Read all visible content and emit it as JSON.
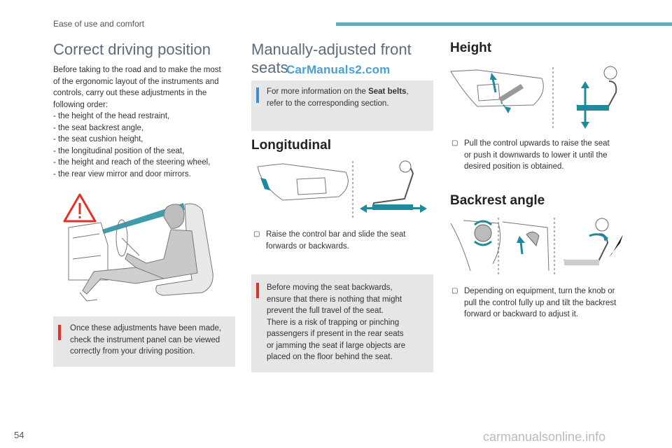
{
  "header": {
    "section": "Ease of use and comfort"
  },
  "left": {
    "title": "Correct driving position",
    "intro_lines": [
      "Before taking to the road and to make the most",
      "of the ergonomic layout of the instruments and",
      "controls, carry out these adjustments in the",
      "following order:",
      "-  the height of the head restraint,",
      "-  the seat backrest angle,",
      "-  the seat cushion height,",
      "-  the longitudinal position of the seat,",
      "-  the height and reach of the steering wheel,",
      "-  the rear view mirror and door mirrors."
    ],
    "warning_lines": [
      "Once these adjustments have been made,",
      "check the instrument panel can be viewed",
      "correctly from your driving position."
    ]
  },
  "middle": {
    "title_line1": "Manually-adjusted front",
    "title_line2": "seats",
    "watermark": "CarManuals2.com",
    "info_line1_pre": "For more information on the ",
    "info_line1_bold": "Seat belts",
    "info_line1_post": ",",
    "info_line2": "refer to the corresponding section.",
    "longitudinal": {
      "heading": "Longitudinal",
      "bullet": "",
      "step_lines": [
        "Raise the control bar and slide the seat",
        "forwards or backwards."
      ]
    },
    "warning_lines": [
      "Before moving the seat backwards,",
      "ensure that there is nothing that might",
      "prevent the full travel of the seat.",
      "There is a risk of trapping or pinching",
      "passengers if present in the rear seats",
      "or jamming the seat if large objects are",
      "placed on the floor behind the seat."
    ]
  },
  "right": {
    "height": {
      "heading": "Height",
      "step_lines": [
        "Pull the control upwards to raise the seat",
        "or push it downwards to lower it until the",
        "desired position is obtained."
      ]
    },
    "backrest": {
      "heading": "Backrest angle",
      "step_lines": [
        "Depending on equipment, turn the knob or",
        "pull the control fully up and tilt the backrest",
        "forward or backward to adjust it."
      ]
    }
  },
  "footer": {
    "page_number": "54",
    "watermark": "carmanualsonline.info"
  },
  "colors": {
    "accent_teal": "#1f8a9c",
    "header_bar": "#6aaab8",
    "warning_red": "#e03228",
    "info_blue": "#3d8fd4",
    "note_bg": "#e6e6e6"
  },
  "icons": [
    "warning-triangle-icon",
    "arrow-bullet-icon"
  ]
}
